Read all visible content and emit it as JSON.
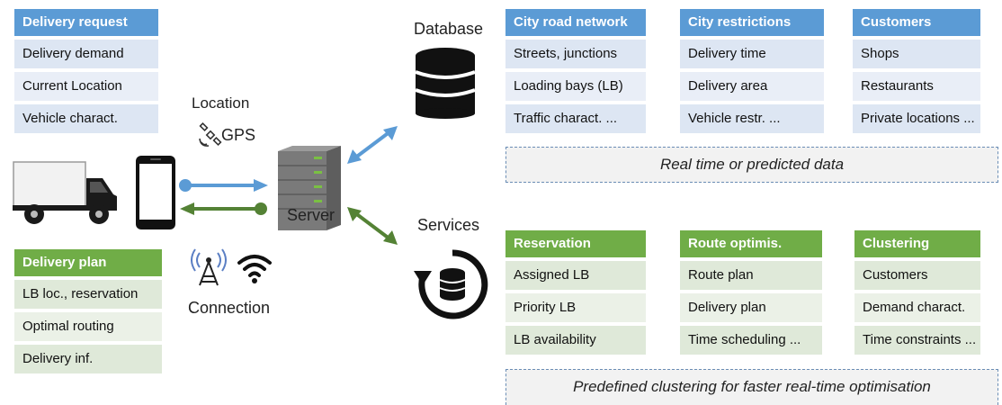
{
  "delivery_request": {
    "header": "Delivery request",
    "rows": [
      "Delivery demand",
      "Current Location",
      "Vehicle charact."
    ]
  },
  "delivery_plan": {
    "header": "Delivery plan",
    "rows": [
      "LB loc., reservation",
      "Optimal routing",
      "Delivery inf."
    ]
  },
  "labels": {
    "location": "Location",
    "gps": "GPS",
    "connection": "Connection",
    "server": "Server",
    "database": "Database",
    "services": "Services"
  },
  "database_tables": [
    {
      "header": "City road network",
      "rows": [
        "Streets, junctions",
        "Loading bays (LB)",
        "Traffic charact. ..."
      ]
    },
    {
      "header": "City restrictions",
      "rows": [
        "Delivery time",
        "Delivery area",
        "Vehicle restr. ..."
      ]
    },
    {
      "header": "Customers",
      "rows": [
        "Shops",
        "Restaurants",
        "Private locations ..."
      ]
    }
  ],
  "services_tables": [
    {
      "header": "Reservation",
      "rows": [
        "Assigned LB",
        "Priority LB",
        "LB availability"
      ]
    },
    {
      "header": "Route optimis.",
      "rows": [
        "Route plan",
        "Delivery plan",
        "Time scheduling ..."
      ]
    },
    {
      "header": "Clustering",
      "rows": [
        "Customers",
        "Demand charact.",
        "Time constraints ..."
      ]
    }
  ],
  "notes": {
    "realtime": "Real time or predicted data",
    "clustering": "Predefined clustering for faster real-time optimisation"
  },
  "colors": {
    "blue_header": "#5b9bd5",
    "green_header": "#70ad47",
    "blue_arrow": "#5b9bd5",
    "green_arrow": "#548235"
  }
}
